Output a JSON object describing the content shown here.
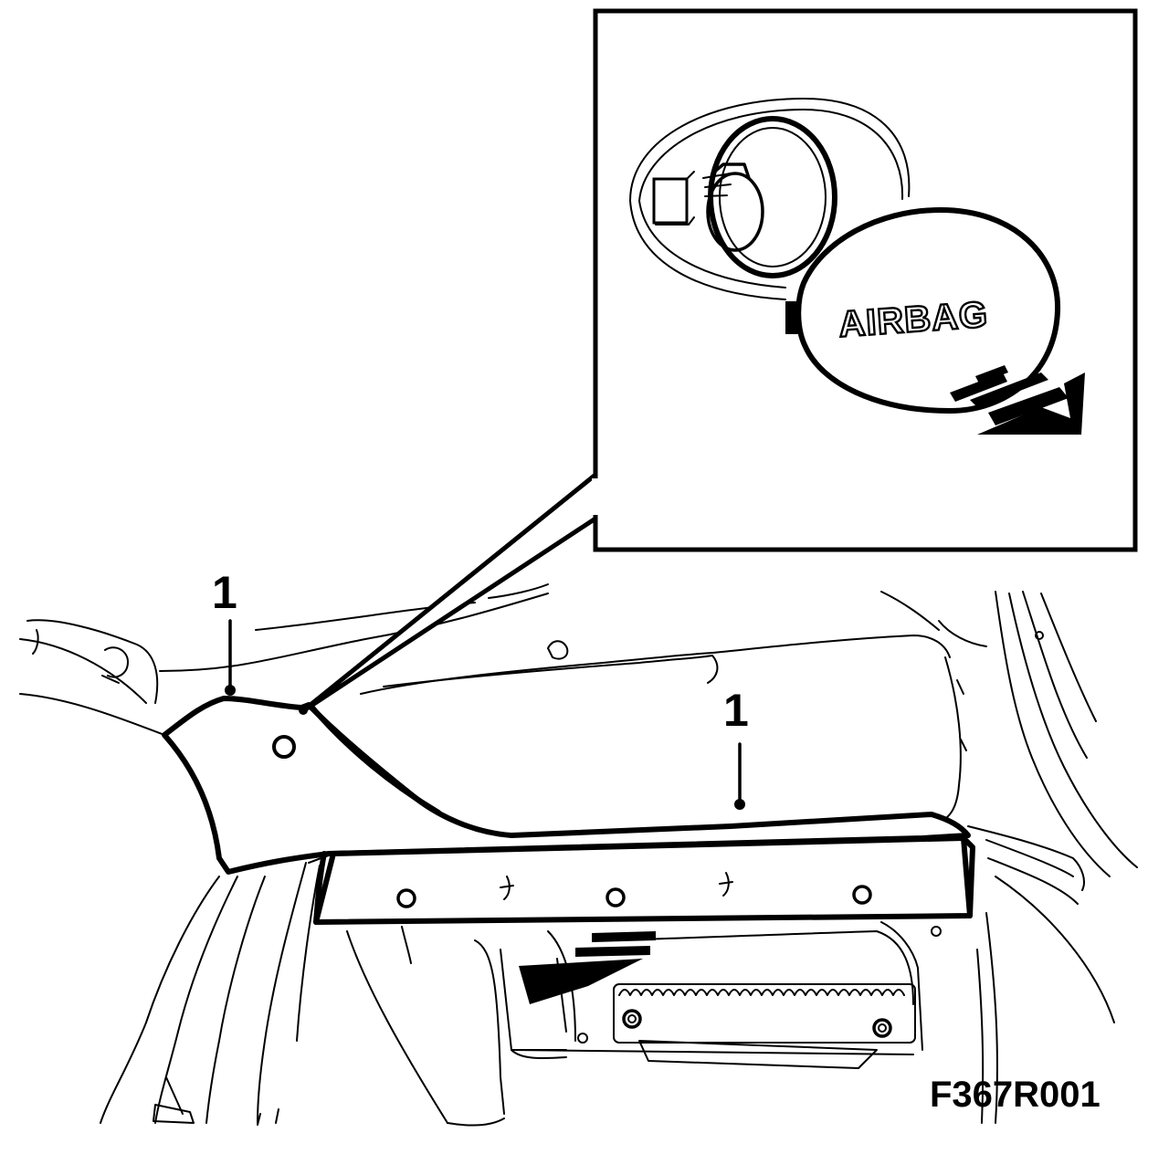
{
  "callouts": [
    {
      "id": "callout-1-left",
      "text": "1"
    },
    {
      "id": "callout-1-right",
      "text": "1"
    }
  ],
  "inset": {
    "cover_label": "AIRBAG"
  },
  "figure_code": "F367R001",
  "icons": [
    "pull-direction-arrow-icon",
    "pull-direction-arrow-icon",
    "screw-hole-icon"
  ]
}
